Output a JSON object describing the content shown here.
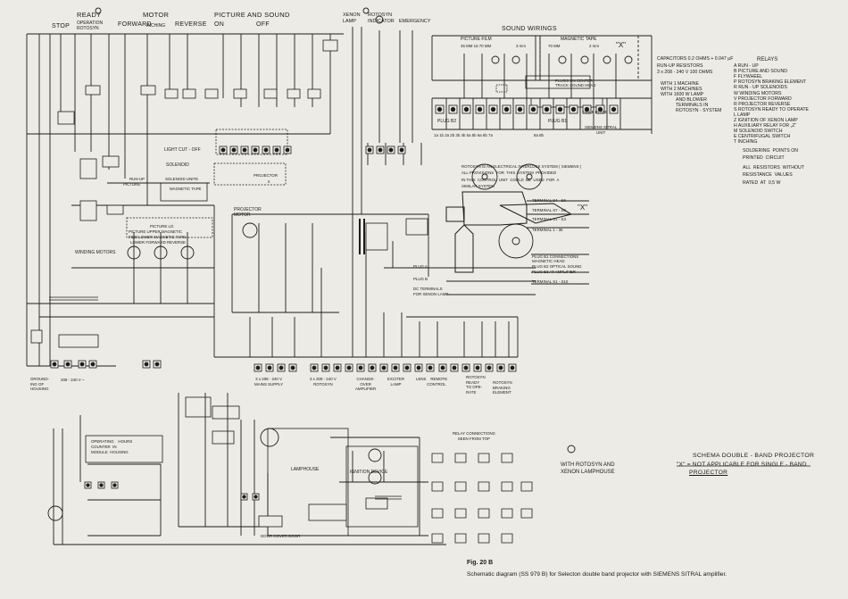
{
  "header": {
    "stop": "STOP",
    "ready": "READY",
    "operation_rotosyn": "OPERATION\nROTOSYN",
    "forward": "FORWARD",
    "motor": "MOTOR",
    "inching": "INCHING",
    "reverse": "REVERSE",
    "picture_and_sound": "PICTURE AND SOUND",
    "on": "ON",
    "off": "OFF",
    "xenon_lamp": "XENON\nLAMP",
    "rotosyn_indicator": "ROTOSYN\nINDICATOR",
    "emergency": "EMERGENCY",
    "sound_wirings": "SOUND WIRINGS"
  },
  "sound": {
    "picture_film": "PICTURE FILM",
    "picture_film_sub": "35 MM 16      70 MM",
    "magnetic_tape": "MAGNETIC TAPE",
    "mag_3mm": "3 mm",
    "mag_70mm": "70 MM",
    "mag_2mm": "2 mm",
    "x_mark": "\"X\"",
    "plugs_on_center": "PLUGS ON CENTER\nTRACK SOUND HEAD",
    "table_plate": "TABLE PLATE",
    "plug_b2": "PLUG B2",
    "plug_b1": "PLUG B1",
    "siemens_sitral": "SIEMENS SITRAL\nUNIT",
    "terminal_numbers": "1a   1b   2a   2b   3b   4b   5a   5b   6a   6b   7a",
    "terminal_numbers_2": "8a   8b"
  },
  "left_labels": {
    "light_cut_off": "LIGHT CUT - OFF",
    "solenoid": "SOLENOID",
    "run_up": "RUN-UP",
    "picture": "PICTURE",
    "solenoid_unite": "SOLENOID UNITE",
    "magnetic_tape": "MAGNETIC TAPE",
    "projector": "PROJECTOR",
    "projector_ii": "II",
    "winding_motors": "WINDING MOTORS",
    "projector_motor": "PROJECTOR\nMOTOR",
    "picture_lo": "PICTURE LO",
    "picture_up": "PICTURE  UPPER  MAGNETIC",
    "film_lower": "FILM LOWER  MAGNETIC TAPE",
    "lower_forward": "LOWER  FORWARD  REVERSE",
    "ground": "GROUND-\nING OF\nHOUSING",
    "mains_208": "208 - 240 V ~",
    "mains_supply": "3 x 208 - 240 V\nMAINS SUPPLY",
    "rotosyn_supply": "3 x 208 - 240 V\nROTOSYN",
    "change_over_amp": "CHANGE-\nOVER\nAMPLIFIER",
    "exciter_lamp": "EXCITER\nLAMP",
    "lens_remote": "LENS    REMOTE\n          CONTROL",
    "rotosyn_ready": "ROTOSYN\nREADY\nTO OPE-\nRATE",
    "rotosyn_braking": "ROTOSYN\nBRAKING\nELEMENT",
    "operating_hours": "OPERATING    HOURS\nCOUNTER  IN\nMODULE  HOUSING",
    "lamphouse": "LAMPHOUSE",
    "ignition_device": "IGNITION DEVICE",
    "door_cover_door": "DOOR  COVER  DOOR",
    "relay_connections": "RELAY CONNECTIONS\nSEEN FROM TOP",
    "with_rotosyn": "WITH ROTOSYN AND\nXENON LAMPHOUSE"
  },
  "projector_notes": {
    "rotosyn_note": "ROTOSYN IS AN ELECTRICAL INTERLOCK SYSTEM ( SIEMENS )\nALL PROVISIONS  FOR  THIS  SYSTEM  PROVIDED\nIN THIS  CONTROL  UNIT  COULD  BE  USED  FOR  A\nSIMILAR SYSTEM",
    "terminal_1": "TERMINAL  S4 - S6",
    "terminal_2": "TERMINAL  S7 - S8",
    "terminal_3": "TERMINAL  S1 - S3",
    "terminal_4": "TERMINAL   1 - 36",
    "plug_b1_conn": "PLUG B1 CONNECTIONS\nMAGNETIC HEAD",
    "plug_b2_optical": "PLUG B2 OPTICAL SOUND",
    "plug_b3_amp": "PLUG B3 AT AMPLIFIER",
    "plug_a": "PLUG A",
    "plug_b": "PLUG B",
    "dc_terminals": "DC TERMINALS\nFOR XENON LAMP",
    "terminal_s1_s10": "TERMINAL  S1 - S10",
    "x_mark": "\"X\""
  },
  "legend": {
    "capacitors": "CAPACITORS   0.2 OHMS + 0.047 μF",
    "run_up_resistors": "RUN-UP   RESISTORS",
    "resistor_value": "3 x 208 - 240 V         100  OHMS",
    "with_1": "WITH  1  MACHINE",
    "with_2": "WITH  2  MACHINES",
    "with_lamp": "WITH  1600 W  LAMP",
    "and_blower": "AND  BLOWER",
    "terminals_in": "TERMINALS  IN",
    "rotosyn_system": "ROTOSYN - SYSTEM",
    "relays_title": "RELAYS",
    "relays": [
      "A   RUN - UP",
      "B   PICTURE  AND  SOUND",
      "F   FLYWHEEL",
      "P   ROTOSYN  BRAKING  ELEMENT",
      "R   RUN - UP  SOLENOIDS",
      "W   WINDING  MOTORS",
      "V   PROJECTOR  FORWARD",
      "R   PROJECTOR  REVERSE",
      "S   ROTOSYN  READY  TO  OPERATE",
      "L   LAMP",
      "Z   IGNITION  OF  XENON  LAMP",
      "H   AUXILIARY  RELAY  FOR  „Z“",
      "M   SOLENOID  SWITCH",
      "E   CENTRIFUGAL  SWITCH",
      "T   INCHING"
    ],
    "soldering": "SOLDERING  POINTS ON\nPRINTED  CIRCUIT",
    "resistors_note": "ALL  RESISTORS  WITHOUT\nRESISTANCE  VALUES\nRATED  AT  0,5 W"
  },
  "title_block": {
    "schema": "SCHEMA  DOUBLE - BAND  PROJECTOR",
    "not_applicable": "\"X\" = NOT  APPLICABLE  FOR  SINGLE - BAND",
    "projector": "PROJECTOR"
  },
  "caption": {
    "fig": "Fig. 20 B",
    "text": "Schematic diagram (SS 979 B) for Selecton double band projector with SIEMENS SITRAL amplifier."
  }
}
